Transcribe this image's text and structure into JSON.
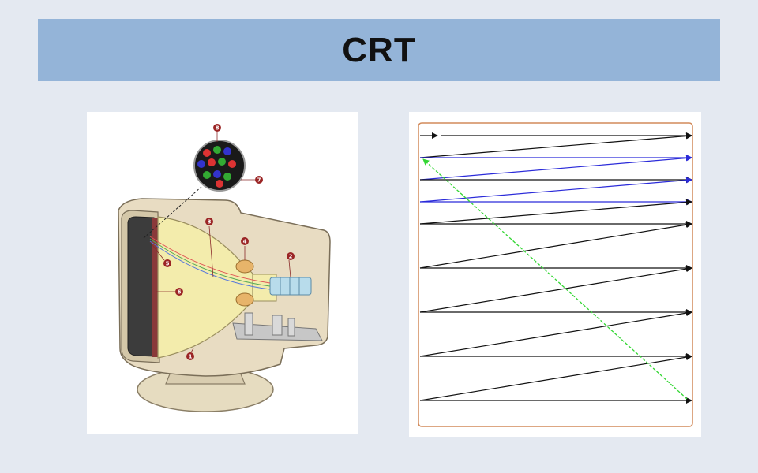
{
  "slide": {
    "title": "CRT"
  },
  "crt_diagram": {
    "callouts": [
      "1",
      "2",
      "3",
      "4",
      "5",
      "6",
      "7",
      "8"
    ]
  },
  "colors": {
    "title_bar": "#94b4d8",
    "background": "#e4e9f1",
    "scan_black": "#111111",
    "scan_blue": "#2b2bd9",
    "scan_green": "#33d633",
    "frame_orange": "#d28a5a"
  }
}
